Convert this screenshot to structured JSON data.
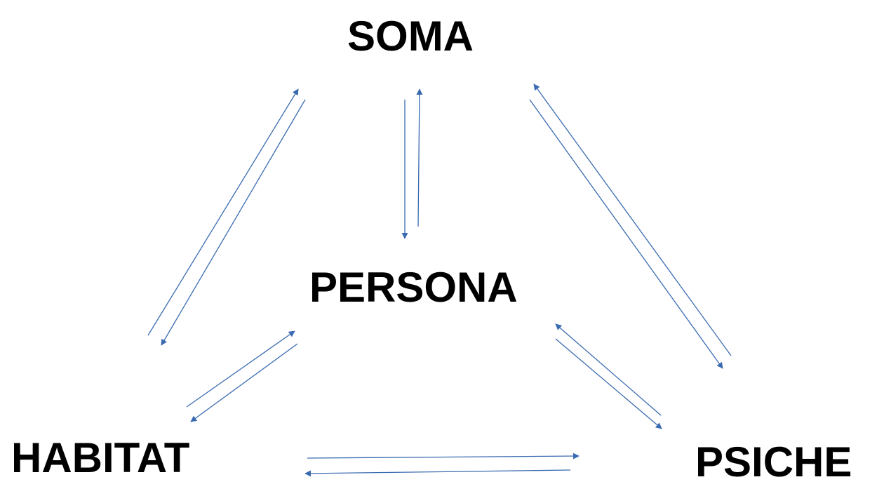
{
  "nodes": {
    "soma": "SOMA",
    "persona": "PERSONA",
    "habitat": "HABITAT",
    "psiche": "PSICHE"
  },
  "colors": {
    "arrow": "#3a6bb0",
    "text": "#000000",
    "background": "#ffffff"
  }
}
